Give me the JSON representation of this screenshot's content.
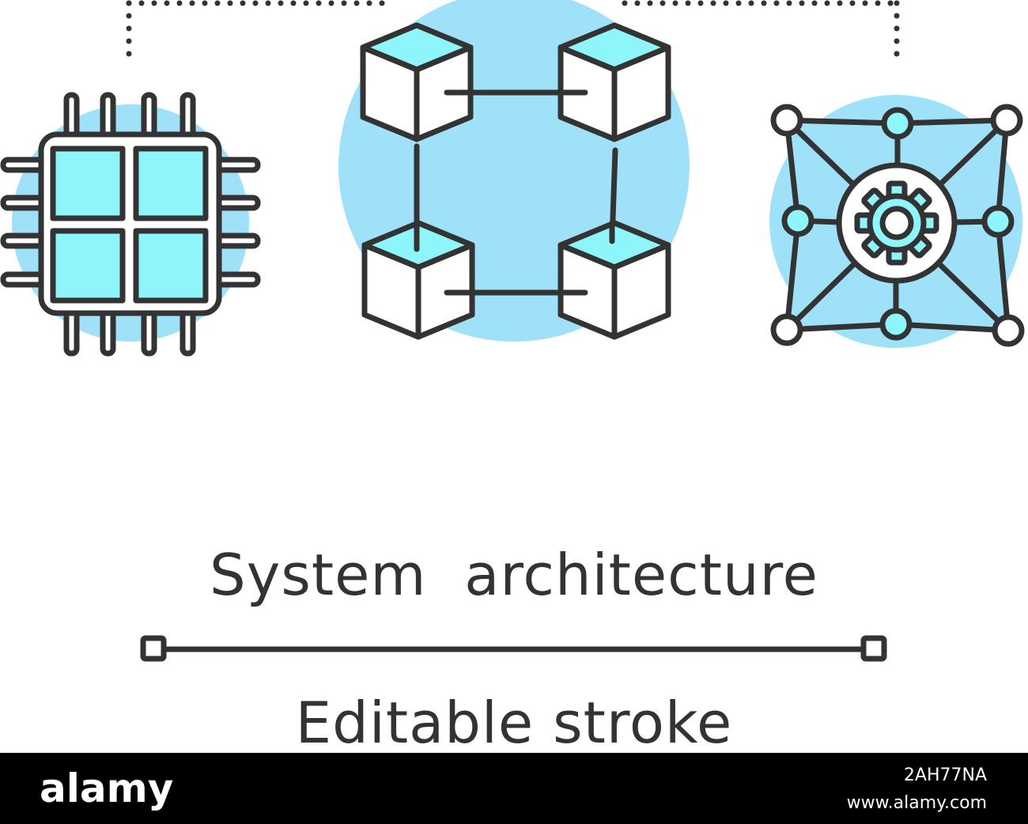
{
  "title": "System  architecture",
  "subtitle": "Editable stroke",
  "icons": {
    "left": "processor-chip-icon",
    "center": "blockchain-cubes-icon",
    "right": "network-gear-icon"
  },
  "colors": {
    "stroke": "#333333",
    "circle_fill": "#9ee1f9",
    "accent_fill": "#8ef5fb",
    "footer_bg": "#000000"
  },
  "footer": {
    "logo": "alamy",
    "image_id": "2AH77NA",
    "url": "www.alamy.com"
  }
}
